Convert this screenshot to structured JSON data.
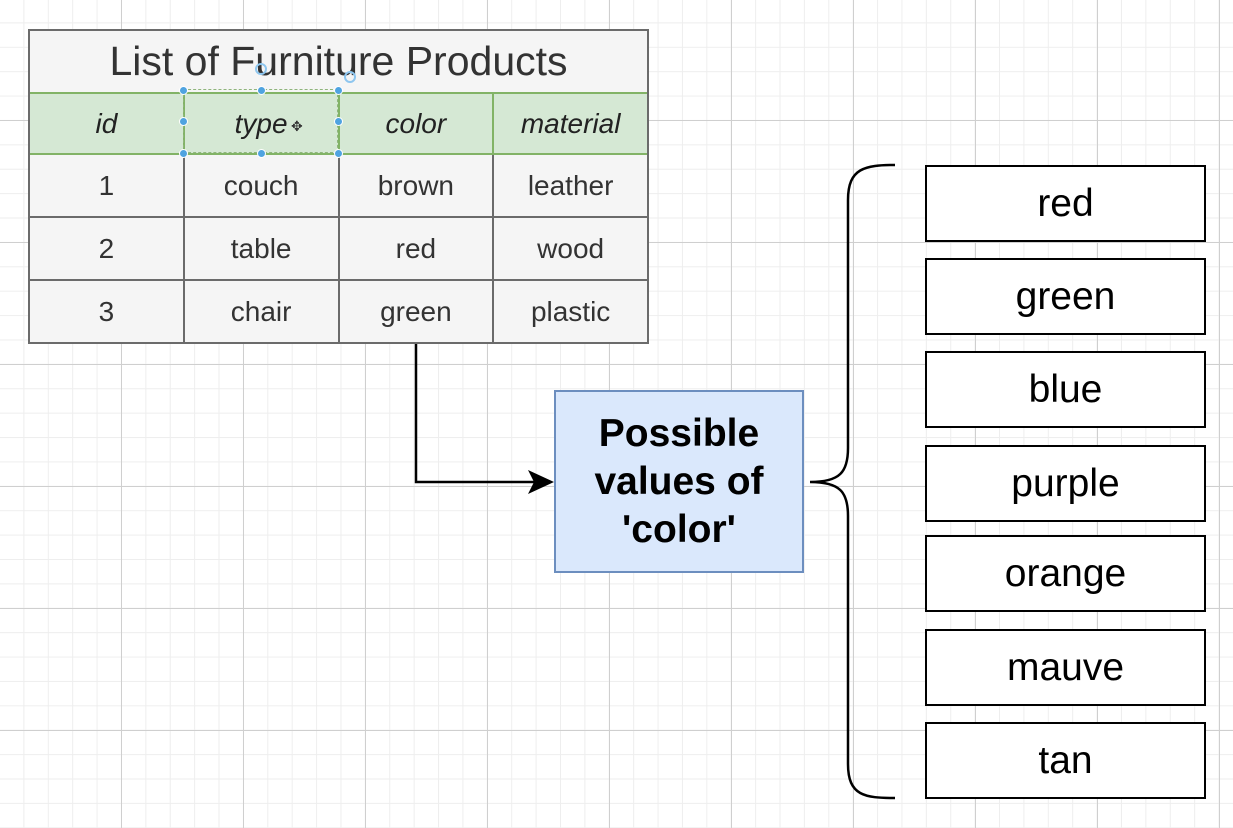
{
  "table": {
    "title": "List of Furniture Products",
    "headers": [
      "id",
      "type",
      "color",
      "material"
    ],
    "rows": [
      [
        "1",
        "couch",
        "brown",
        "leather"
      ],
      [
        "2",
        "table",
        "red",
        "wood"
      ],
      [
        "3",
        "chair",
        "green",
        "plastic"
      ]
    ]
  },
  "center_box": {
    "lines": [
      "Possible",
      "values of",
      "'color'"
    ]
  },
  "values": [
    "red",
    "green",
    "blue",
    "purple",
    "orange",
    "mauve",
    "tan"
  ],
  "colors": {
    "header_fill": "#d5e8d4",
    "header_stroke": "#82b366",
    "box_fill": "#dae8fc",
    "box_stroke": "#6c8ebf",
    "selection_handle": "#4fa3e0"
  }
}
